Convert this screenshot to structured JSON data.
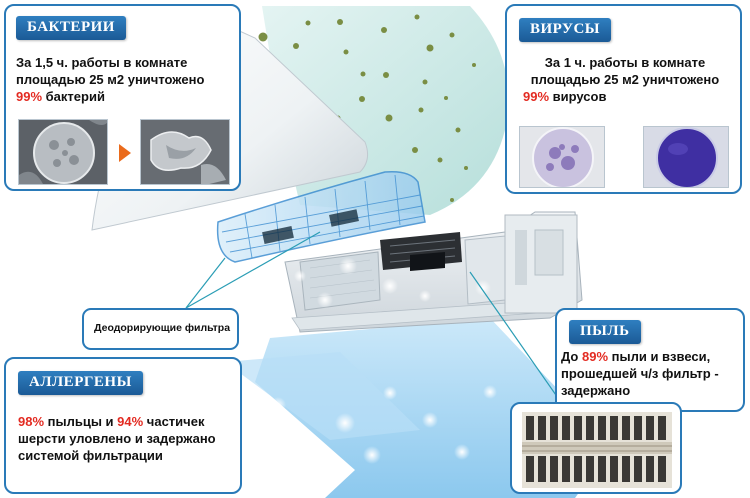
{
  "colors": {
    "frame": "#2a7ab8",
    "badge": "#1f66a8",
    "highlight": "#e32b22",
    "arrow": "#9fd0f0"
  },
  "bacteria": {
    "title": "БАКТЕРИИ",
    "line1": "За 1,5 ч. работы в комнате",
    "line2": "площадью 25 м2 уничтожено",
    "percent": "99%",
    "line3_rest": " бактерий"
  },
  "viruses": {
    "title": "ВИРУСЫ",
    "line1": "За 1 ч. работы в комнате",
    "line2": "площадью 25 м2 уничтожено",
    "percent": "99%",
    "line3_rest": " вирусов"
  },
  "filter_label": "Деодорирующие фильтра",
  "dust": {
    "title": "ПЫЛЬ",
    "line1_pre": "До ",
    "percent": "89%",
    "line1_rest": " пыли и взвеси,",
    "line2": "прошедшей ч/з фильтр -",
    "line3": "задержано"
  },
  "allergens": {
    "title": "АЛЛЕРГЕНЫ",
    "percent1": "98%",
    "line1_mid": " пыльцы и ",
    "percent2": "94%",
    "line1_rest": " частичек",
    "line2": "шерсти уловлено и задержано",
    "line3": "системой фильтрации"
  }
}
